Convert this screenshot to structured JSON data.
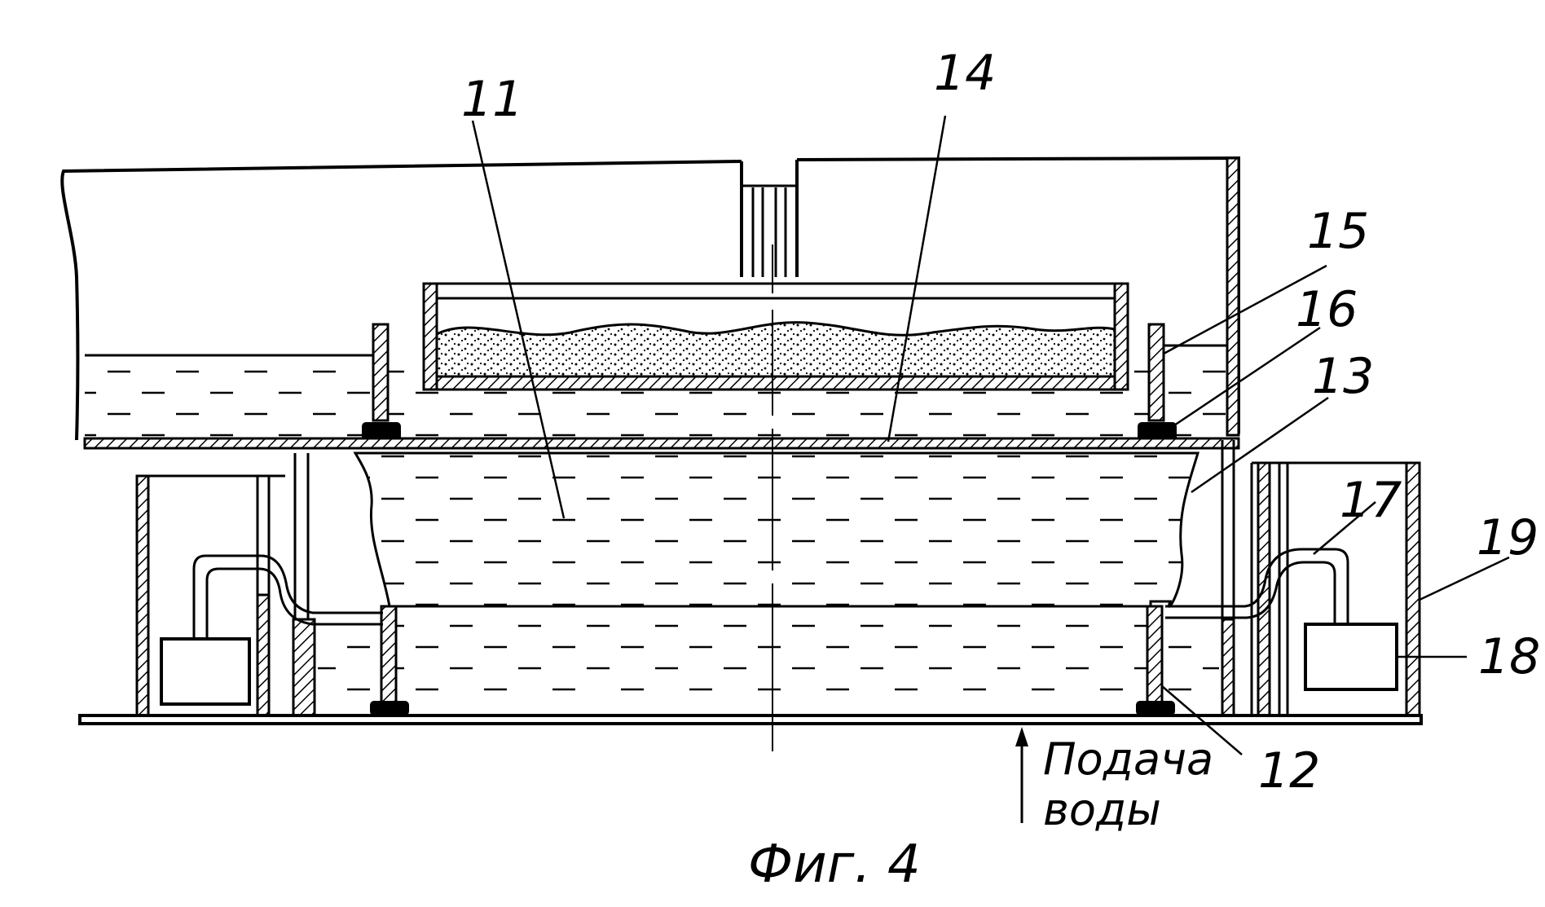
{
  "figure": {
    "caption": "Фиг. 4",
    "water_supply_line1": "Подача",
    "water_supply_line2": "воды"
  },
  "callouts": [
    {
      "key": "c11",
      "label": "11"
    },
    {
      "key": "c14",
      "label": "14"
    },
    {
      "key": "c15",
      "label": "15"
    },
    {
      "key": "c16",
      "label": "16"
    },
    {
      "key": "c13",
      "label": "13"
    },
    {
      "key": "c17",
      "label": "17"
    },
    {
      "key": "c19",
      "label": "19"
    },
    {
      "key": "c18",
      "label": "18"
    },
    {
      "key": "c12",
      "label": "12"
    }
  ]
}
